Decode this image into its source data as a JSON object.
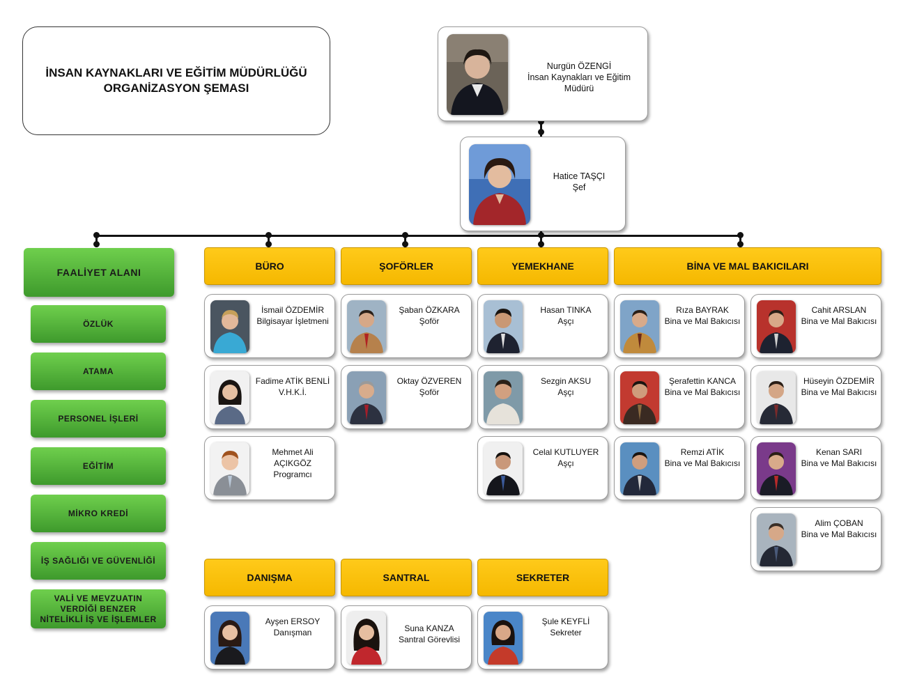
{
  "title": {
    "line1": "İNSAN KAYNAKLARI VE EĞİTİM MÜDÜRLÜĞÜ",
    "line2": "ORGANİZASYON ŞEMASI"
  },
  "director": {
    "name": "Nurgün ÖZENGİ",
    "role": "İnsan Kaynakları ve Eğitim Müdürü"
  },
  "chief": {
    "name": "Hatice TAŞÇI",
    "role": "Şef"
  },
  "activity": {
    "header": "FAALİYET ALANI",
    "items": [
      "ÖZLÜK",
      "ATAMA",
      "PERSONEL İŞLERİ",
      "EĞİTİM",
      "MİKRO KREDİ",
      "İŞ SAĞLIĞI VE GÜVENLİĞİ",
      "VALİ VE MEVZUATIN VERDİĞİ BENZER NİTELİKLİ İŞ VE İŞLEMLER"
    ]
  },
  "departments": {
    "buro": {
      "header": "BÜRO",
      "staff": [
        {
          "name": "İsmail ÖZDEMİR",
          "role": "Bilgisayar İşletmeni"
        },
        {
          "name": "Fadime ATİK BENLİ",
          "role": "V.H.K.İ."
        },
        {
          "name": "Mehmet Ali AÇIKGÖZ",
          "role": "Programcı"
        }
      ]
    },
    "soforler": {
      "header": "ŞOFÖRLER",
      "staff": [
        {
          "name": "Şaban ÖZKARA",
          "role": "Şoför"
        },
        {
          "name": "Oktay ÖZVEREN",
          "role": "Şoför"
        }
      ]
    },
    "yemekhane": {
      "header": "YEMEKHANE",
      "staff": [
        {
          "name": "Hasan TINKA",
          "role": "Aşçı"
        },
        {
          "name": "Sezgin AKSU",
          "role": "Aşçı"
        },
        {
          "name": "Celal KUTLUYER",
          "role": "Aşçı"
        }
      ]
    },
    "bina": {
      "header": "BİNA VE MAL BAKICILARI",
      "staff": [
        {
          "name": "Rıza BAYRAK",
          "role": "Bina ve Mal Bakıcısı"
        },
        {
          "name": "Cahit ARSLAN",
          "role": "Bina ve Mal Bakıcısı"
        },
        {
          "name": "Şerafettin KANCA",
          "role": "Bina ve Mal Bakıcısı"
        },
        {
          "name": "Hüseyin ÖZDEMİR",
          "role": "Bina ve Mal Bakıcısı"
        },
        {
          "name": "Remzi ATİK",
          "role": "Bina ve Mal Bakıcısı"
        },
        {
          "name": "Kenan SARI",
          "role": "Bina ve Mal Bakıcısı"
        },
        {
          "name": "Alim ÇOBAN",
          "role": "Bina ve Mal Bakıcısı"
        }
      ]
    },
    "danisma": {
      "header": "DANIŞMA",
      "staff": [
        {
          "name": "Ayşen ERSOY",
          "role": "Danışman"
        }
      ]
    },
    "santral": {
      "header": "SANTRAL",
      "staff": [
        {
          "name": "Suna KANZA",
          "role": "Santral Görevlisi"
        }
      ]
    },
    "sekreter": {
      "header": "SEKRETER",
      "staff": [
        {
          "name": "Şule KEYFLİ",
          "role": "Sekreter"
        }
      ]
    }
  },
  "colors": {
    "header_yellow": "#f5b800",
    "activity_green": "#4caf35",
    "connector": "#111111"
  }
}
